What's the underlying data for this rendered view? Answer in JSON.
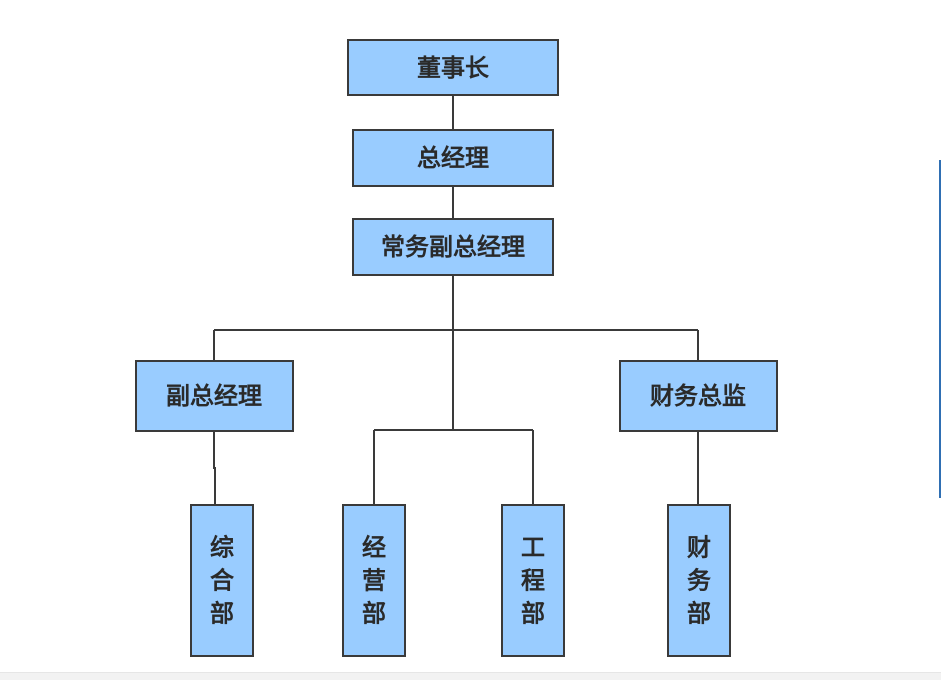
{
  "diagram": {
    "nodes": {
      "chairman": "董事长",
      "general_manager": "总经理",
      "executive_vp": "常务副总经理",
      "deputy_gm": "副总经理",
      "finance_director": "财务总监",
      "admin_dept": "综合部",
      "business_dept": "经营部",
      "engineering_dept": "工程部",
      "finance_dept": "财务部"
    },
    "colors": {
      "box_fill": "#99ccff",
      "box_border": "#3a3a3a",
      "line": "#3a3a3a",
      "text": "#2a2a2a"
    }
  }
}
